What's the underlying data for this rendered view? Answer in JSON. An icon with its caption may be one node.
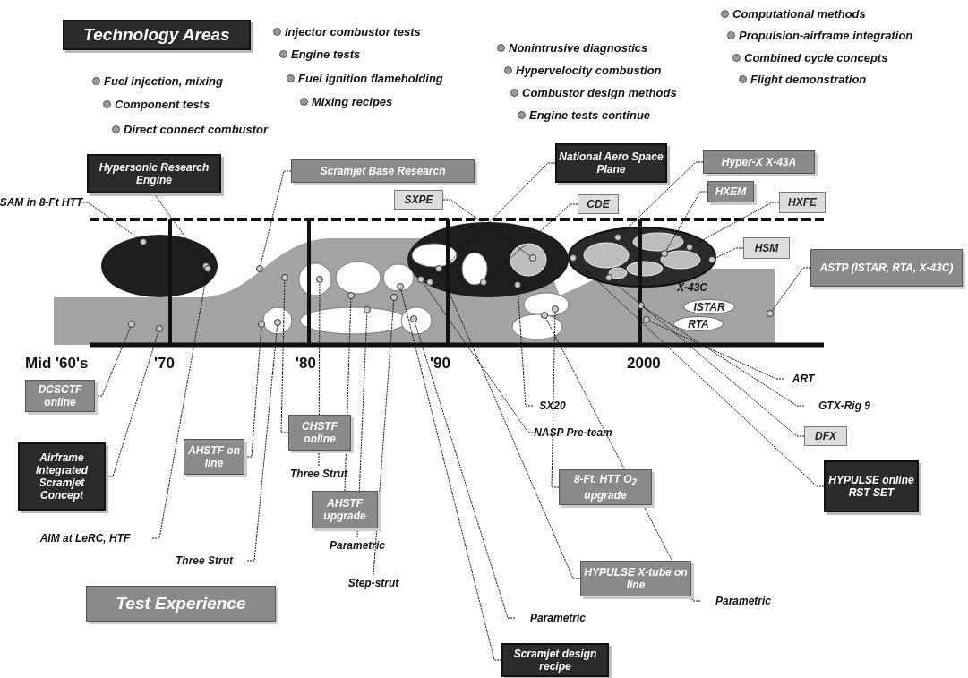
{
  "diagram": {
    "nodes": [
      {
        "text": [
          "Technology Areas"
        ]
      },
      {
        "text": [
          "Hypersonic Research Engine"
        ]
      },
      {
        "text": [
          "Scramjet Base Research"
        ]
      },
      {
        "text": [
          "National Aero Space Plane"
        ]
      },
      {
        "text": [
          "Hyper-X X-43A"
        ]
      },
      {
        "text": [
          "HXEM"
        ]
      },
      {
        "text": [
          "SXPE"
        ]
      },
      {
        "text": [
          "CDE"
        ]
      },
      {
        "text": [
          "HXFE"
        ]
      },
      {
        "text": [
          "SAM in 8-Ft HTT"
        ]
      },
      {
        "text": [
          "HSM"
        ]
      },
      {
        "text": [
          "ASTP (ISTAR, RTA, X-43C)"
        ]
      },
      {
        "text": [
          "ISTAR"
        ]
      },
      {
        "text": [
          "RTA"
        ]
      },
      {
        "text": [
          "ART"
        ]
      },
      {
        "text": [
          "DCSCTF online"
        ]
      },
      {
        "text": [
          "GTX-Rig 9"
        ]
      },
      {
        "text": [
          "SX20"
        ]
      },
      {
        "text": [
          "CHSTF online"
        ]
      },
      {
        "text": [
          "NASP Pre-team"
        ]
      },
      {
        "text": [
          "DFX"
        ]
      },
      {
        "text": [
          "Airframe Integrated Scramjet Concept"
        ]
      },
      {
        "text": [
          "AHSTF on line"
        ]
      },
      {
        "text": [
          "Three Strut"
        ]
      },
      {
        "text": [
          "8-Ft. HTT O$_{2}$ upgrade"
        ]
      },
      {
        "text": [
          "HYPULSE online RST SET"
        ]
      },
      {
        "text": [
          "AHSTF upgrade"
        ]
      },
      {
        "text": [
          "AIM at LeRC, HTF"
        ]
      },
      {
        "text": [
          "Parametric"
        ]
      },
      {
        "text": [
          "Three Strut"
        ]
      },
      {
        "text": [
          "HYPULSE X-tube on line"
        ]
      },
      {
        "text": [
          "Step-strut"
        ]
      },
      {
        "text": [
          "Parametric"
        ]
      },
      {
        "text": [
          "Test Experience"
        ]
      },
      {
        "text": [
          "Parametric"
        ]
      },
      {
        "text": [
          "Scramjet design recipe"
        ]
      }
    ],
    "edges": [
      {
        "from": 9,
        "to": null,
        "arrow": "none"
      },
      {
        "from": 1,
        "to": null,
        "arrow": "none"
      },
      {
        "from": 2,
        "to": null,
        "arrow": "none"
      },
      {
        "from": 6,
        "to": null,
        "arrow": "none"
      },
      {
        "from": 3,
        "to": null,
        "arrow": "none"
      },
      {
        "from": 7,
        "to": null,
        "arrow": "none"
      },
      {
        "from": 4,
        "to": null,
        "arrow": "none"
      },
      {
        "from": 5,
        "to": null,
        "arrow": "none"
      },
      {
        "from": 8,
        "to": null,
        "arrow": "none"
      },
      {
        "from": 10,
        "to": null,
        "arrow": "none"
      },
      {
        "from": 11,
        "to": null,
        "arrow": "none"
      },
      {
        "from": 14,
        "to": null,
        "arrow": "none"
      },
      {
        "from": 16,
        "to": null,
        "arrow": "none"
      },
      {
        "from": 20,
        "to": null,
        "arrow": "none"
      },
      {
        "from": 25,
        "to": null,
        "arrow": "none"
      },
      {
        "from": 17,
        "to": null,
        "arrow": "none"
      },
      {
        "from": 19,
        "to": null,
        "arrow": "none"
      },
      {
        "from": 24,
        "to": null,
        "arrow": "none"
      },
      {
        "from": 32,
        "to": null,
        "arrow": "none"
      },
      {
        "from": 30,
        "to": null,
        "arrow": "none"
      },
      {
        "from": 35,
        "to": null,
        "arrow": "none"
      },
      {
        "from": 34,
        "to": null,
        "arrow": "none"
      },
      {
        "from": 31,
        "to": null,
        "arrow": "none"
      },
      {
        "from": 28,
        "to": null,
        "arrow": "none"
      },
      {
        "from": 26,
        "to": null,
        "arrow": "none"
      },
      {
        "from": 23,
        "to": null,
        "arrow": "none"
      },
      {
        "from": 18,
        "to": null,
        "arrow": "none"
      },
      {
        "from": 29,
        "to": null,
        "arrow": "none"
      },
      {
        "from": 22,
        "to": null,
        "arrow": "none"
      },
      {
        "from": 27,
        "to": null,
        "arrow": "none"
      },
      {
        "from": 21,
        "to": null,
        "arrow": "none"
      },
      {
        "from": 15,
        "to": null,
        "arrow": "none"
      }
    ],
    "labels": [
      "Injector combustor tests",
      "Engine tests",
      "Fuel injection, mixing",
      "Fuel ignition flameholding",
      "Component tests",
      "Mixing recipes",
      "Direct connect combustor",
      "Computational methods",
      "Nonintrusive diagnostics",
      "Propulsion-airframe integration",
      "Hypervelocity combustion",
      "Combined cycle concepts",
      "Combustor design methods",
      "Flight demonstration",
      "Engine tests continue",
      "X-43C",
      "Mid '60's",
      "'70",
      "'80",
      "'90",
      "2000"
    ]
  }
}
